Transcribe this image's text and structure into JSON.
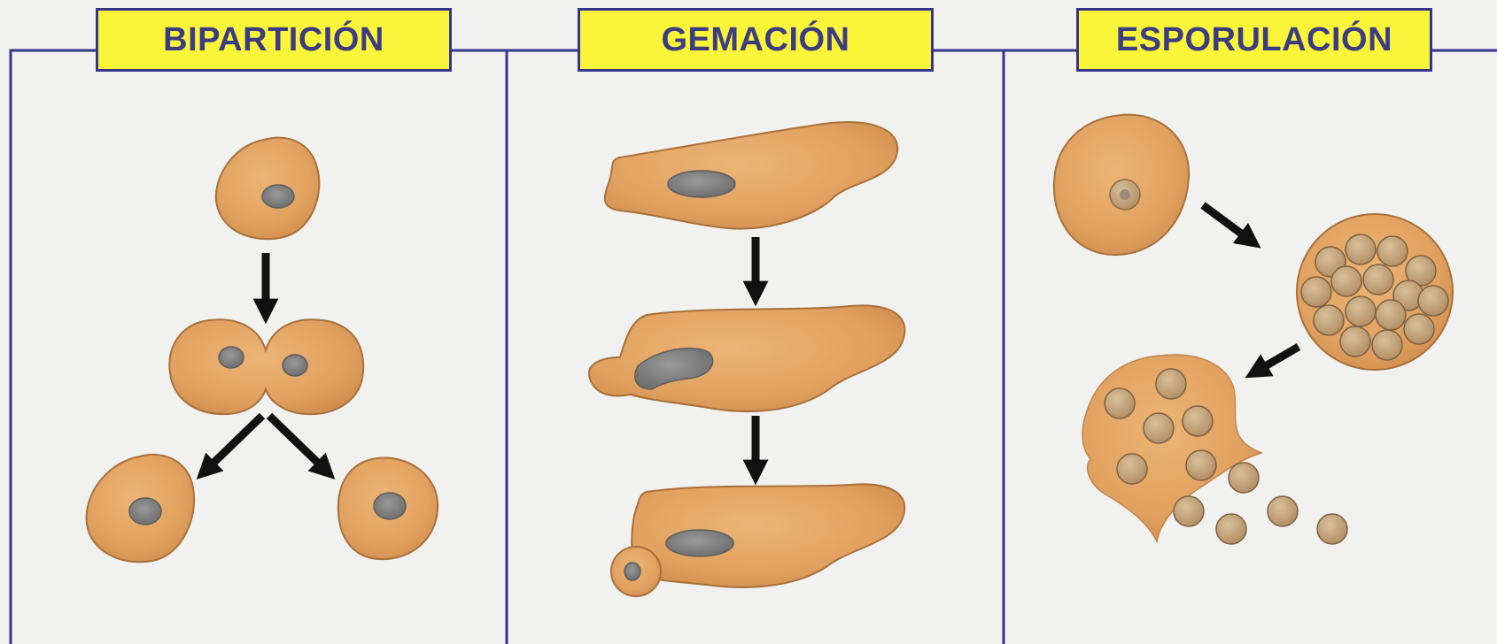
{
  "panels": [
    {
      "title": "BIPARTICIÓN"
    },
    {
      "title": "GEMACIÓN"
    },
    {
      "title": "ESPORULACIÓN"
    }
  ],
  "colors": {
    "background": "#f1f1ef",
    "frame": "#35358d",
    "label_fill": "#fbf53a",
    "label_text": "#3c3c82",
    "cell_fill": "#e1a160",
    "cell_outline": "#a8703a",
    "nucleus": "#8a8a8a",
    "arrow": "#111111"
  },
  "icons": {
    "process_arrow": "arrow-icon",
    "organism": "cell-icon",
    "cell_nucleus": "nucleus-icon",
    "reproductive_spore": "spore-icon"
  }
}
